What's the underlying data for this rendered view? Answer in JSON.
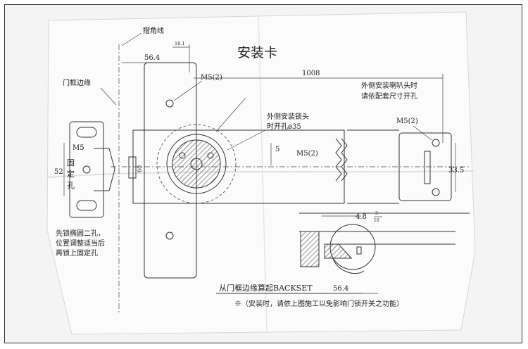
{
  "title": "安装卡",
  "labels": {
    "chamfer_line": "摺角线",
    "door_frame_edge": "门框边缘",
    "fix_hole_1": "固",
    "fix_hole_2": "定",
    "fix_hole_3": "孔",
    "note_oval_1": "先锁椭圆二孔，",
    "note_oval_2": "位置调整适当后",
    "note_oval_3": "再锁上固定孔",
    "lock_head_1": "外侧安装锁头",
    "lock_head_2": "时开孔ø35",
    "speaker_1": "外侧安装喇叭头时",
    "speaker_2": "请依配套尺寸开孔",
    "backset_label": "从门框边缘算起BACKSET",
    "footnote": "※（安装时，请依上图施工以免影响门锁开关之功能）"
  },
  "dimensions": {
    "d_18_1": "18.1",
    "d_56_4_top": "56.4",
    "d_1008": "1008",
    "m5_top": "M5(2)",
    "m5_right": "M5(2)",
    "m5_mid": "M5(2)",
    "m5_left": "M5",
    "d_5": "5",
    "d_52": "52",
    "d_60": "60",
    "d_33_5": "33.5",
    "d_4_8": "4.8",
    "d_frac_num": "3",
    "d_frac_den": "16",
    "d_56_4_bottom": "56.4"
  }
}
